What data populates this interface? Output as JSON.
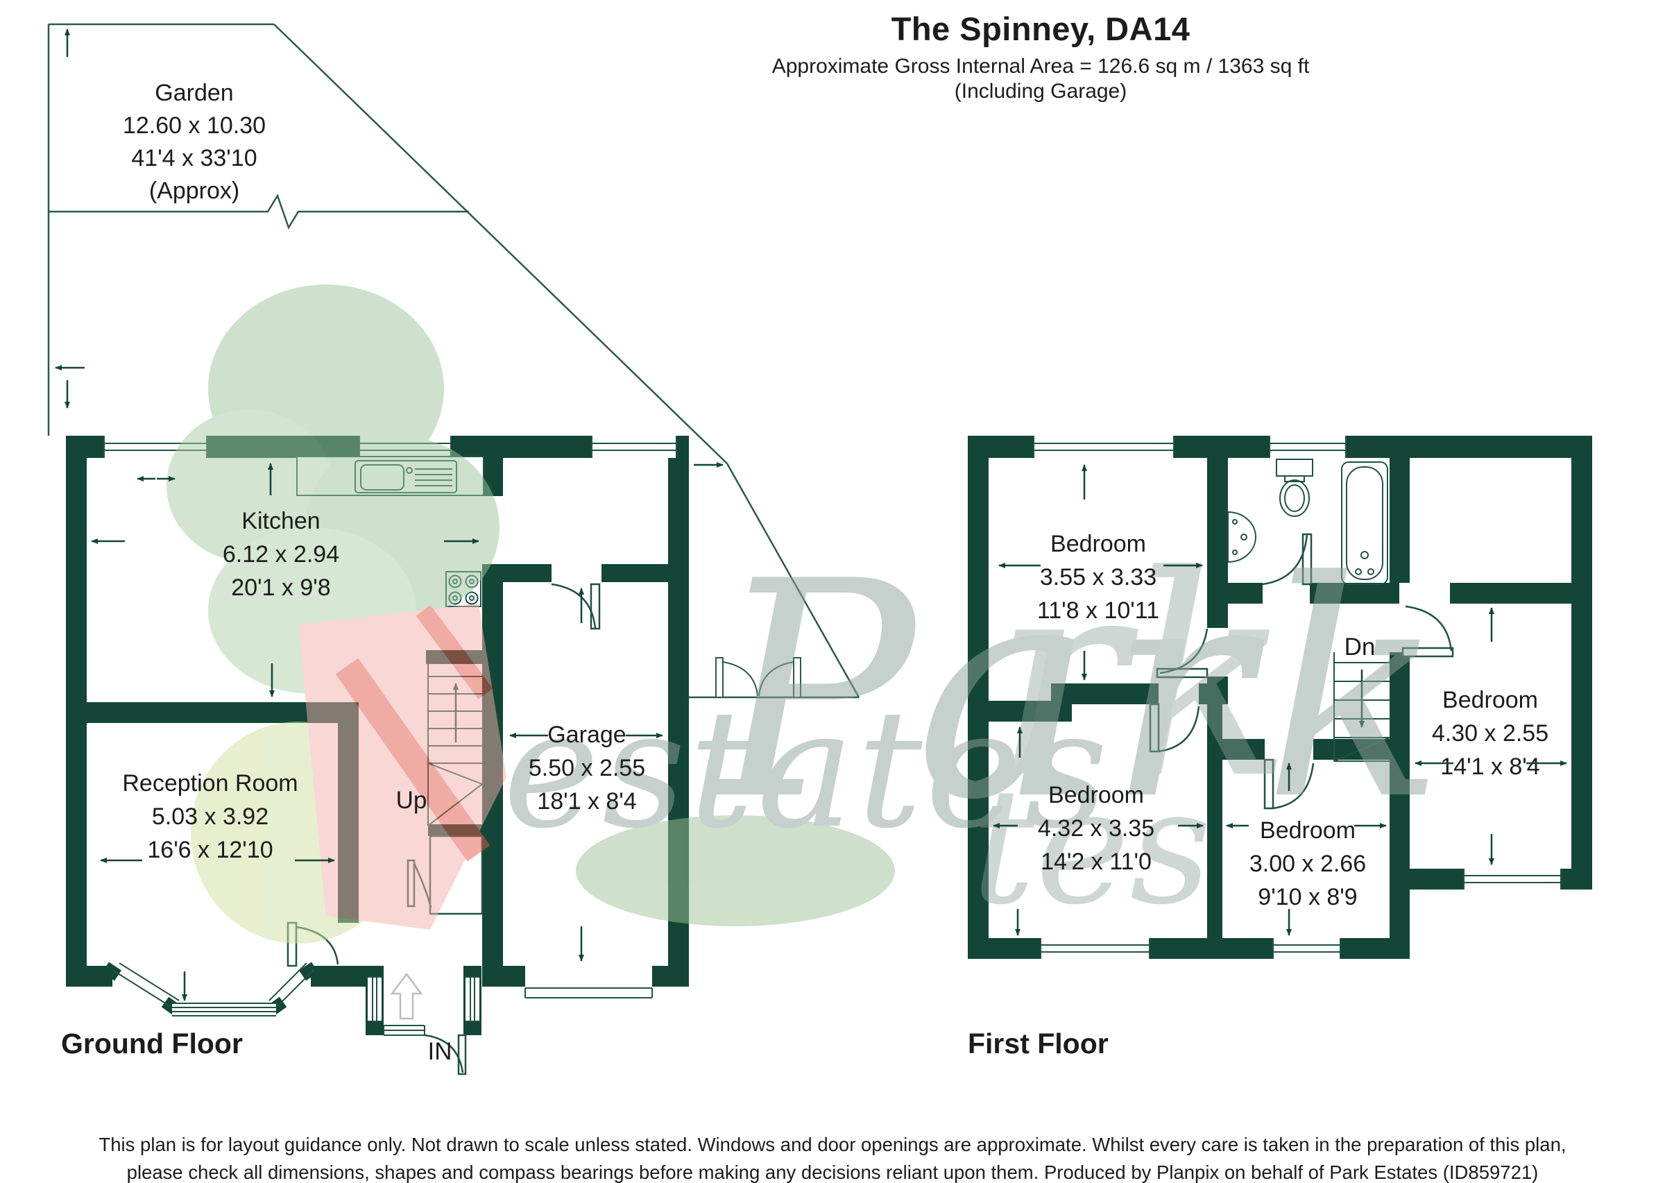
{
  "header": {
    "title": "The Spinney, DA14",
    "subtitle": "Approximate Gross Internal Area = 126.6 sq m / 1363 sq ft",
    "subtitle2": "(Including Garage)"
  },
  "garden": {
    "name": "Garden",
    "metric": "12.60 x 10.30",
    "imperial": "41'4 x 33'10",
    "note": "(Approx)"
  },
  "ground_floor": {
    "label": "Ground Floor",
    "stairs_label": "Up",
    "entrance_label": "IN",
    "rooms": [
      {
        "name": "Kitchen",
        "metric": "6.12 x 2.94",
        "imperial": "20'1 x 9'8"
      },
      {
        "name": "Reception Room",
        "metric": "5.03 x 3.92",
        "imperial": "16'6 x 12'10"
      },
      {
        "name": "Garage",
        "metric": "5.50 x 2.55",
        "imperial": "18'1 x 8'4"
      }
    ]
  },
  "first_floor": {
    "label": "First Floor",
    "stairs_label": "Dn",
    "rooms": [
      {
        "name": "Bedroom",
        "metric": "3.55 x 3.33",
        "imperial": "11'8 x 10'11"
      },
      {
        "name": "Bedroom",
        "metric": "4.32 x 3.35",
        "imperial": "14'2 x 11'0"
      },
      {
        "name": "Bedroom",
        "metric": "3.00 x 2.66",
        "imperial": "9'10 x 8'9"
      },
      {
        "name": "Bedroom",
        "metric": "4.30 x 2.55",
        "imperial": "14'1 x 8'4"
      }
    ]
  },
  "watermark": {
    "brand": "Park",
    "brand2": "estates",
    "echo1": "rk",
    "echo2": "tes"
  },
  "footer": {
    "line1": "This plan is for layout guidance only. Not drawn to scale unless stated. Windows and door openings are approximate. Whilst every care is taken in the preparation of this plan,",
    "line2": "please check all dimensions, shapes and compass bearings before making any decisions reliant upon them. Produced by Planpix on behalf of Park Estates (ID859721)"
  },
  "colors": {
    "wall": "#134636",
    "line": "#1f5244",
    "watermark_gray": "#8ea39b",
    "accent_red": "#dd5a4b"
  }
}
